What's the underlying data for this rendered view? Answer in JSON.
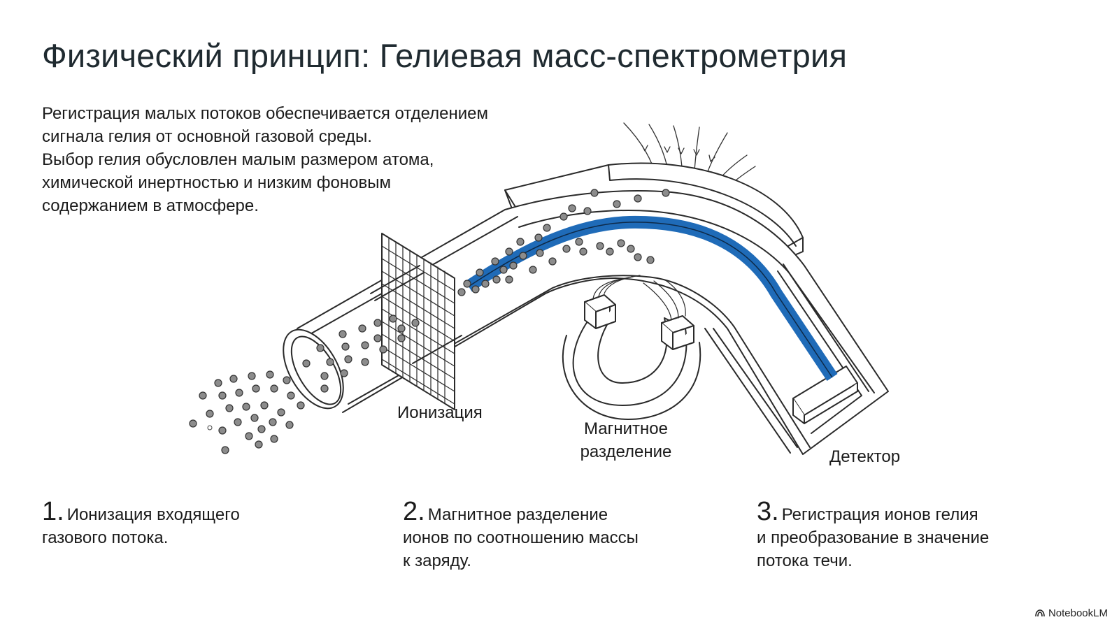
{
  "slide": {
    "title": "Физический принцип: Гелиевая масс-спектрометрия",
    "intro_lines": [
      "Регистрация малых потоков обеспечивается отделением",
      "сигнала гелия от основной газовой среды.",
      "Выбор гелия обусловлен малым размером атома,",
      "химической инертностью и низким фоновым",
      "содержанием в атмосфере."
    ]
  },
  "diagram": {
    "labels": {
      "ionization": "Ионизация",
      "magnetic_line1": "Магнитное",
      "magnetic_line2": "разделение",
      "detector": "Детектор"
    },
    "beam_color": "#1f6bb8"
  },
  "steps": [
    {
      "num": "1.",
      "lines": [
        "Ионизация входящего",
        "газового потока."
      ]
    },
    {
      "num": "2.",
      "lines": [
        "Магнитное разделение",
        "ионов по соотношению массы",
        "к заряду."
      ]
    },
    {
      "num": "3.",
      "lines": [
        "Регистрация ионов гелия",
        "и преобразование в значение",
        "потока течи."
      ]
    }
  ],
  "footer": {
    "brand": "NotebookLM"
  }
}
